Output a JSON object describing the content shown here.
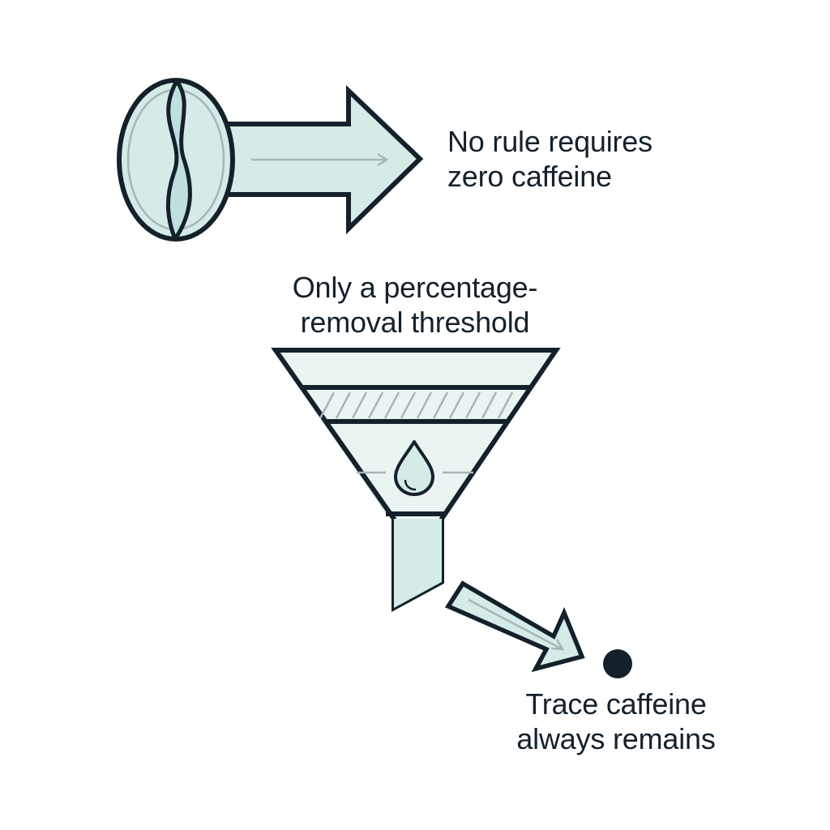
{
  "colors": {
    "ink": "#14212b",
    "fill": "#d4ebe8",
    "accent": "#bfe0dc",
    "guide": "#a9b4b8"
  },
  "icons": {
    "bean": "coffee-bean-icon",
    "funnel": "filter-funnel-icon",
    "drop": "water-drop-icon",
    "dot": "caffeine-dot-icon"
  },
  "labels": {
    "top": {
      "line1": "No rule requires",
      "line2": "zero caffeine"
    },
    "middle": {
      "line1": "Only a percentage-",
      "line2": "removal threshold"
    },
    "bottom": {
      "line1": "Trace caffeine",
      "line2": "always remains"
    }
  }
}
